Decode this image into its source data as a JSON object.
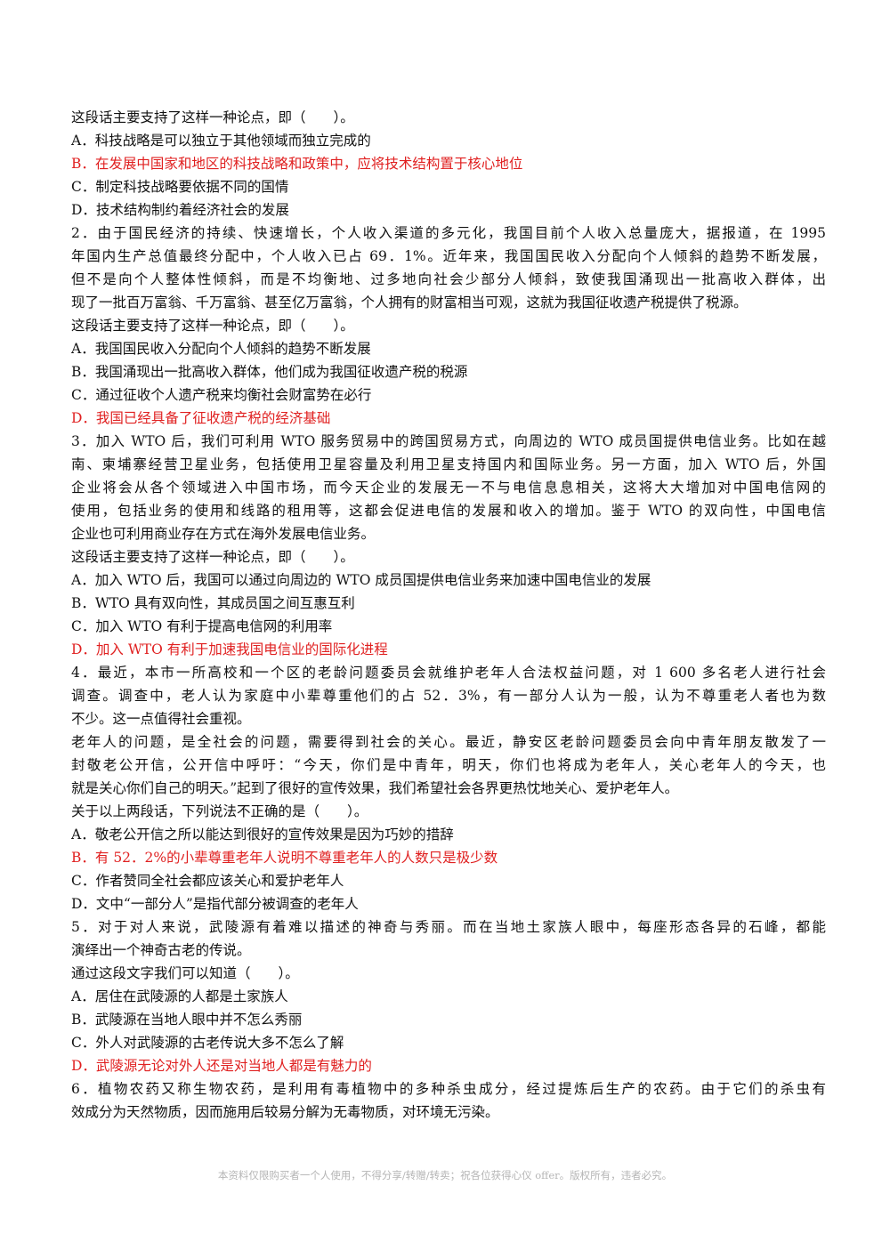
{
  "blocks": [
    {
      "kind": "line",
      "text": "这段话主要支持了这样一种论点，即（　　）。"
    },
    {
      "kind": "line",
      "text": "A．科技战略是可以独立于其他领域而独立完成的"
    },
    {
      "kind": "line",
      "red": true,
      "text": "B．在发展中国家和地区的科技战略和政策中，应将技术结构置于核心地位"
    },
    {
      "kind": "line",
      "text": "C．制定科技战略要依据不同的国情"
    },
    {
      "kind": "line",
      "text": "D．技术结构制约着经济社会的发展"
    },
    {
      "kind": "para",
      "lines": [
        "2．由于国民经济的持续、快速增长，个人收入渠道的多元化，我国目前个人收入总量庞大，据报道，在 1995",
        "年国内生产总值最终分配中，个人收入已占 69．1%。近年来，我国国民收入分配向个人倾斜的趋势不断发展，",
        "但不是向个人整体性倾斜，而是不均衡地、过多地向社会少部分人倾斜，致使我国涌现出一批高收入群体，出",
        "现了一批百万富翁、千万富翁、甚至亿万富翁，个人拥有的财富相当可观，这就为我国征收遗产税提供了税源。"
      ]
    },
    {
      "kind": "line",
      "text": "这段话主要支持了这样一种论点，即（　　）。"
    },
    {
      "kind": "line",
      "text": "A．我国国民收入分配向个人倾斜的趋势不断发展"
    },
    {
      "kind": "line",
      "text": "B．我国涌现出一批高收入群体，他们成为我国征收遗产税的税源"
    },
    {
      "kind": "line",
      "text": "C．通过征收个人遗产税来均衡社会财富势在必行"
    },
    {
      "kind": "line",
      "red": true,
      "text": "D．我国已经具备了征收遗产税的经济基础"
    },
    {
      "kind": "para",
      "lines": [
        "3．加入 WTO 后，我们可利用 WTO 服务贸易中的跨国贸易方式，向周边的 WTO 成员国提供电信业务。比如在越",
        "南、柬埔寨经营卫星业务，包括使用卫星容量及利用卫星支持国内和国际业务。另一方面，加入 WTO 后，外国",
        "企业将会从各个领域进入中国市场，而今天企业的发展无一不与电信息息相关，这将大大增加对中国电信网的",
        "使用，包括业务的使用和线路的租用等，这都会促进电信的发展和收入的增加。鉴于 WTO 的双向性，中国电信",
        "企业也可利用商业存在方式在海外发展电信业务。"
      ]
    },
    {
      "kind": "line",
      "text": "这段话主要支持了这样一种论点，即（　　）。"
    },
    {
      "kind": "line",
      "text": "A．加入 WTO 后，我国可以通过向周边的 WTO 成员国提供电信业务来加速中国电信业的发展"
    },
    {
      "kind": "line",
      "text": "B．WTO 具有双向性，其成员国之间互惠互利"
    },
    {
      "kind": "line",
      "text": "C．加入 WTO 有利于提高电信网的利用率"
    },
    {
      "kind": "line",
      "red": true,
      "text": "D．加入 WTO 有利于加速我国电信业的国际化进程"
    },
    {
      "kind": "para",
      "lines": [
        "4．最近，本市一所高校和一个区的老龄问题委员会就维护老年人合法权益问题，对 1 600 多名老人进行社会",
        "调查。调查中，老人认为家庭中小辈尊重他们的占 52．3%，有一部分人认为一般，认为不尊重老人者也为数",
        "不少。这一点值得社会重视。"
      ]
    },
    {
      "kind": "para",
      "lines": [
        "老年人的问题，是全社会的问题，需要得到社会的关心。最近，静安区老龄问题委员会向中青年朋友散发了一",
        "封敬老公开信，公开信中呼吁：“今天，你们是中青年，明天，你们也将成为老年人，关心老年人的今天，也",
        "就是关心你们自己的明天。”起到了很好的宣传效果，我们希望社会各界更热忱地关心、爱护老年人。"
      ]
    },
    {
      "kind": "line",
      "text": "关于以上两段话，下列说法不正确的是（　　）。"
    },
    {
      "kind": "line",
      "text": "A．敬老公开信之所以能达到很好的宣传效果是因为巧妙的措辞"
    },
    {
      "kind": "line",
      "red": true,
      "text": "B．有 52．2%的小辈尊重老年人说明不尊重老年人的人数只是极少数"
    },
    {
      "kind": "line",
      "text": "C．作者赞同全社会都应该关心和爱护老年人"
    },
    {
      "kind": "line",
      "text": "D．文中“一部分人”是指代部分被调查的老年人"
    },
    {
      "kind": "para",
      "lines": [
        "5．对于对人来说，武陵源有着难以描述的神奇与秀丽。而在当地土家族人眼中，每座形态各异的石峰，都能",
        "演绎出一个神奇古老的传说。"
      ]
    },
    {
      "kind": "line",
      "text": "通过这段文字我们可以知道（　　）。"
    },
    {
      "kind": "line",
      "text": "A．居住在武陵源的人都是土家族人"
    },
    {
      "kind": "line",
      "text": "B．武陵源在当地人眼中并不怎么秀丽"
    },
    {
      "kind": "line",
      "text": "C．外人对武陵源的古老传说大多不怎么了解"
    },
    {
      "kind": "line",
      "red": true,
      "text": "D．武陵源无论对外人还是对当地人都是有魅力的"
    },
    {
      "kind": "para",
      "lines": [
        "6．植物农药又称生物农药，是利用有毒植物中的多种杀虫成分，经过提炼后生产的农药。由于它们的杀虫有",
        "效成分为天然物质，因而施用后较易分解为无毒物质，对环境无污染。"
      ]
    }
  ],
  "footer": "本资料仅限购买者一个人使用，不得分享/转赠/转卖；祝各位获得心仪 offer。版权所有，违者必究。"
}
